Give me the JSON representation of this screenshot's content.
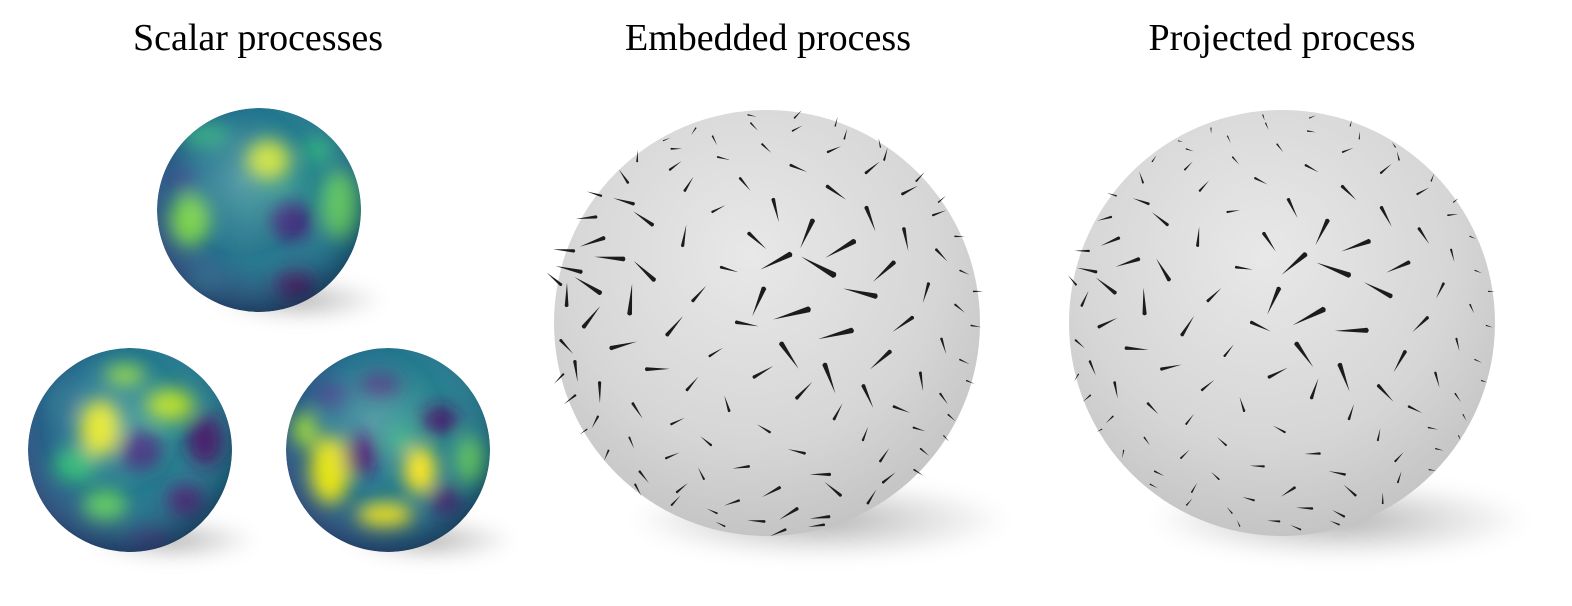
{
  "panels": [
    {
      "title": "Scalar processes",
      "kind": "scalar",
      "spheres": 3,
      "colormap": [
        "#440154",
        "#3b528b",
        "#21918c",
        "#5ec962",
        "#fde725"
      ]
    },
    {
      "title": "Embedded process",
      "kind": "vector",
      "spheres": 1,
      "arrow_style": "embedded",
      "arrow_color": "#1c1c1c",
      "sphere_color": "#d9d9d9"
    },
    {
      "title": "Projected process",
      "kind": "vector",
      "spheres": 1,
      "arrow_style": "projected",
      "arrow_color": "#1c1c1c",
      "sphere_color": "#d9d9d9"
    }
  ]
}
